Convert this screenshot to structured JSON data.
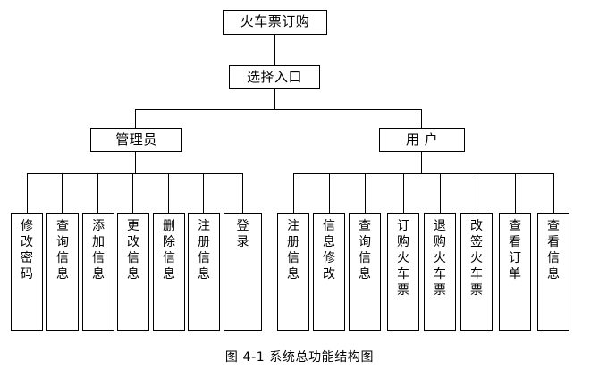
{
  "diagram": {
    "type": "hierarchy-tree",
    "title_caption": "图 4-1 系统总功能结构图",
    "root": {
      "label": "火车票订购"
    },
    "level2": {
      "label": "选择入口"
    },
    "branches": [
      {
        "label": "管理员",
        "children": [
          {
            "label": "修改密码"
          },
          {
            "label": "查询信息"
          },
          {
            "label": "添加信息"
          },
          {
            "label": "更改信息"
          },
          {
            "label": "删除信息"
          },
          {
            "label": "注册信息"
          },
          {
            "label": "登录"
          }
        ]
      },
      {
        "label": "用 户",
        "children": [
          {
            "label": "注册信息"
          },
          {
            "label": "信息修改"
          },
          {
            "label": "查询信息"
          },
          {
            "label": "订购火车票"
          },
          {
            "label": "退购火车票"
          },
          {
            "label": "改签火车票"
          },
          {
            "label": "查看订单"
          },
          {
            "label": "查看信息"
          }
        ]
      }
    ],
    "colors": {
      "stroke": "#000000",
      "fill": "#ffffff",
      "text": "#000000"
    }
  }
}
